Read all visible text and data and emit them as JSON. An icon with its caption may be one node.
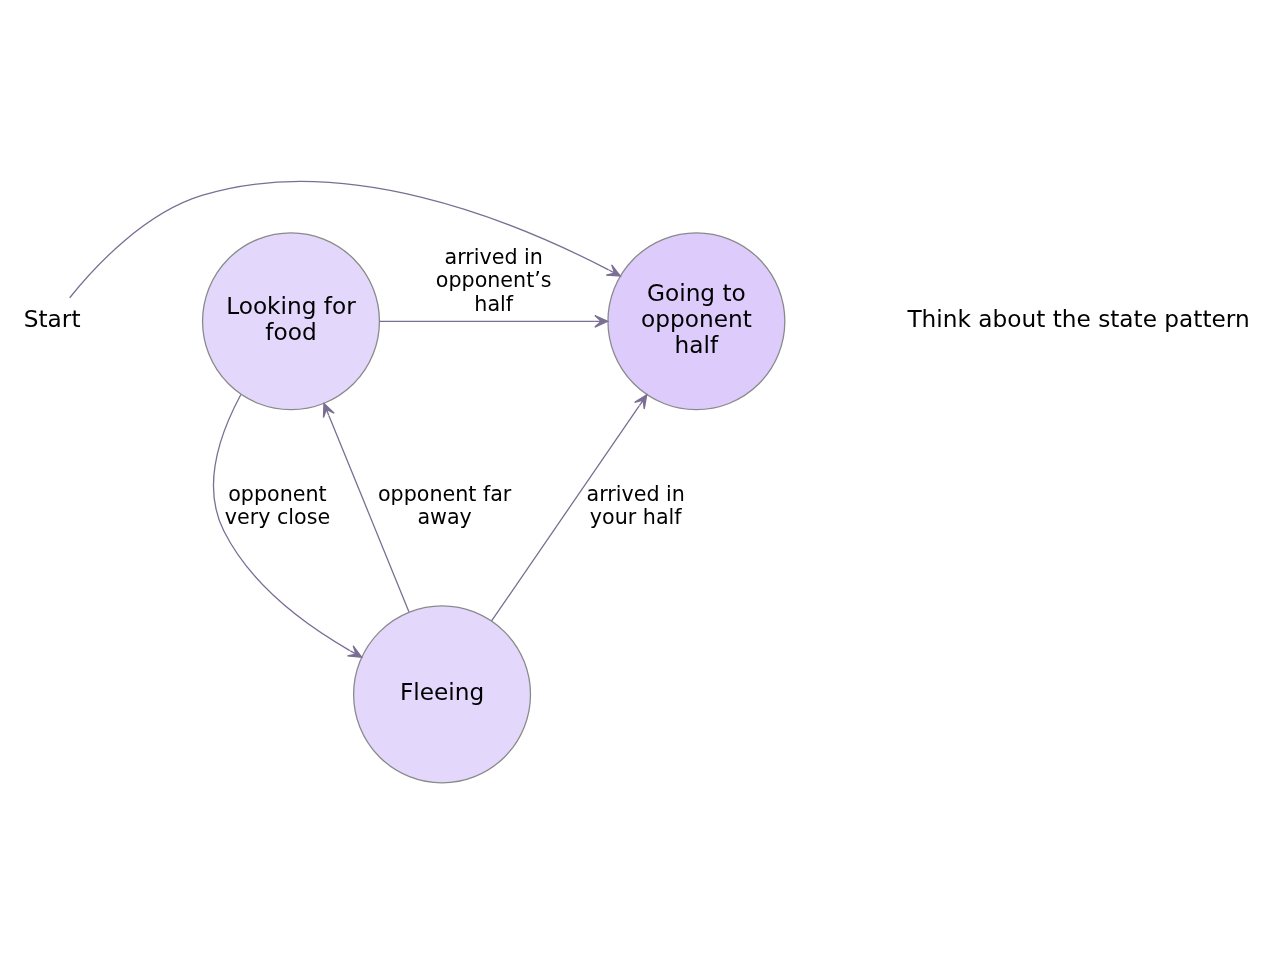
{
  "diagram": {
    "nodes": [
      {
        "text": [
          "Start"
        ]
      },
      {
        "text": [
          "Going to opponent half"
        ]
      },
      {
        "text": [
          "Looking for food"
        ]
      },
      {
        "text": [
          "Fleeing"
        ]
      }
    ],
    "edges": [
      {
        "from": 0,
        "to": 1,
        "arrow": "to"
      },
      {
        "from": 2,
        "to": 1,
        "arrow": "to",
        "label": "arrived in opponent’s half"
      },
      {
        "from": 3,
        "to": 1,
        "arrow": "to",
        "label": "arrived in your half"
      },
      {
        "from": 3,
        "to": 2,
        "arrow": "to",
        "label": "opponent far away"
      },
      {
        "from": 2,
        "to": 3,
        "arrow": "to",
        "label": "opponent very close"
      }
    ],
    "labels": [
      "Think about the state pattern"
    ]
  }
}
